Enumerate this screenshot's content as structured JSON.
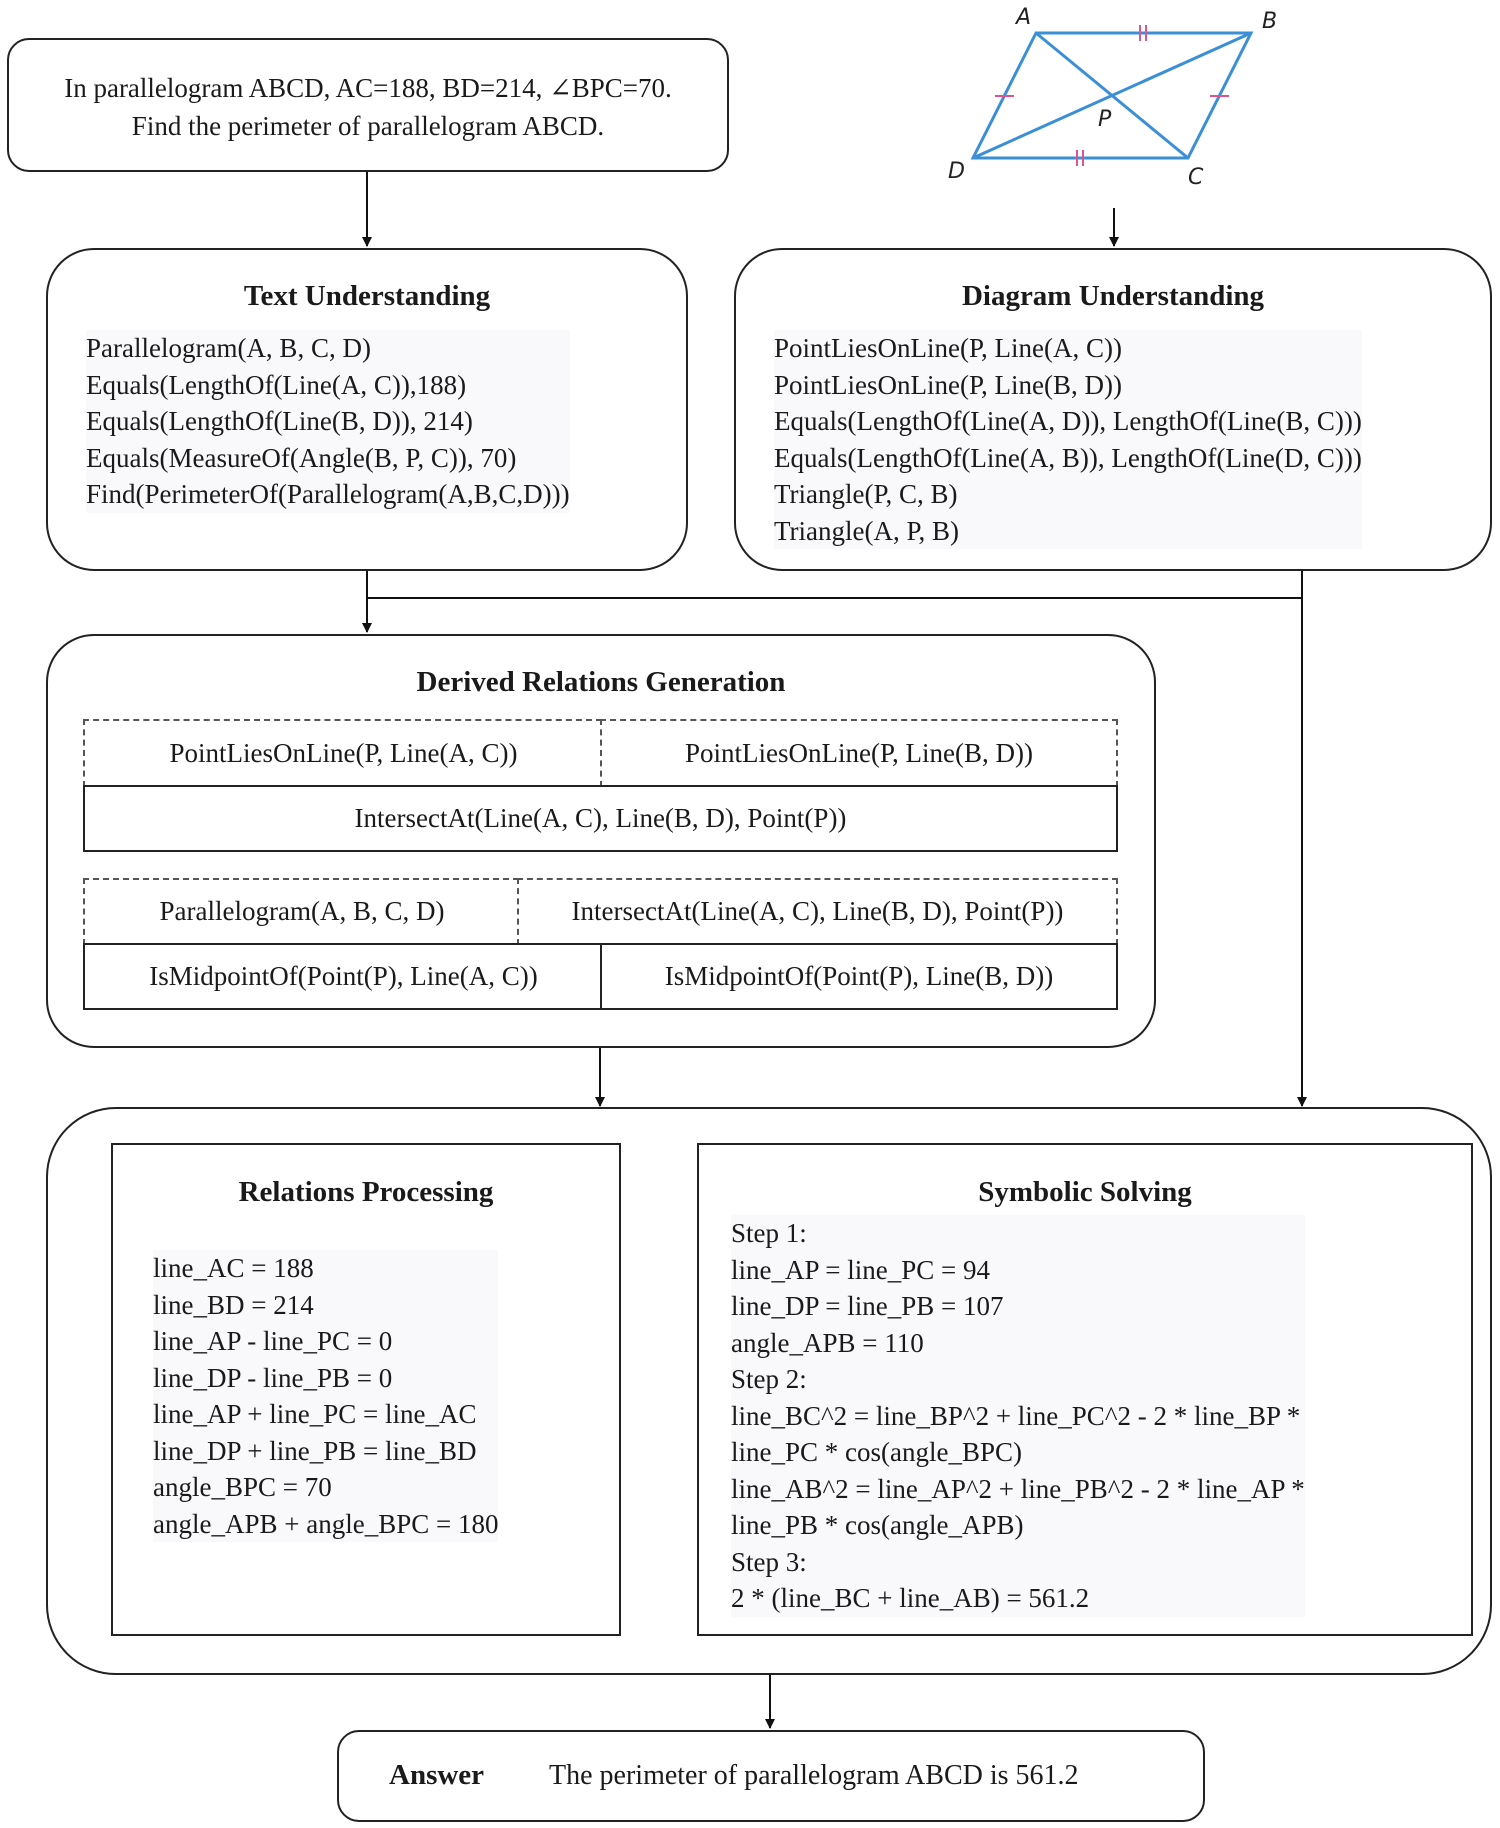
{
  "question": {
    "line1": "In parallelogram ABCD, AC=188, BD=214, ∠BPC=70.",
    "line2": "Find the perimeter of parallelogram ABCD."
  },
  "figure": {
    "points": {
      "A": "A",
      "B": "B",
      "C": "C",
      "D": "D",
      "P": "P"
    },
    "line_color": "#3b8fd6",
    "tick_color": "#e0548e"
  },
  "text_understanding": {
    "title": "Text Understanding",
    "lines": [
      "Parallelogram(A, B, C, D)",
      "Equals(LengthOf(Line(A, C)),188)",
      "Equals(LengthOf(Line(B, D)), 214)",
      "Equals(MeasureOf(Angle(B, P, C)), 70)",
      "Find(PerimeterOf(Parallelogram(A,B,C,D)))"
    ]
  },
  "diagram_understanding": {
    "title": "Diagram Understanding",
    "lines": [
      "PointLiesOnLine(P, Line(A, C))",
      "PointLiesOnLine(P, Line(B, D))",
      "Equals(LengthOf(Line(A, D)), LengthOf(Line(B, C)))",
      "Equals(LengthOf(Line(A, B)), LengthOf(Line(D, C)))",
      "Triangle(P, C, B)",
      "Triangle(A, P, B)"
    ]
  },
  "derived_relations": {
    "title": "Derived Relations Generation",
    "group1": {
      "left": "PointLiesOnLine(P, Line(A, C))",
      "right": "PointLiesOnLine(P, Line(B, D))",
      "result": "IntersectAt(Line(A, C), Line(B, D), Point(P))"
    },
    "group2": {
      "left": "Parallelogram(A, B, C, D)",
      "right": "IntersectAt(Line(A, C), Line(B, D), Point(P))",
      "result_left": "IsMidpointOf(Point(P), Line(A, C))",
      "result_right": "IsMidpointOf(Point(P), Line(B, D))"
    }
  },
  "relations_processing": {
    "title": "Relations Processing",
    "lines": [
      "line_AC = 188",
      "line_BD = 214",
      "line_AP - line_PC = 0",
      "line_DP - line_PB = 0",
      "line_AP + line_PC = line_AC",
      "line_DP + line_PB = line_BD",
      "angle_BPC = 70",
      "angle_APB + angle_BPC = 180"
    ]
  },
  "symbolic_solving": {
    "title": "Symbolic Solving",
    "lines": [
      "Step 1:",
      "line_AP = line_PC = 94",
      "line_DP = line_PB = 107",
      "angle_APB = 110",
      "Step 2:",
      "line_BC^2 = line_BP^2 + line_PC^2 - 2 * line_BP *",
      "line_PC * cos(angle_BPC)",
      "line_AB^2 = line_AP^2 + line_PB^2 - 2 * line_AP *",
      "line_PB * cos(angle_APB)",
      "Step 3:",
      "2 * (line_BC + line_AB) = 561.2"
    ]
  },
  "answer": {
    "label": "Answer",
    "text": "The perimeter of parallelogram ABCD is 561.2"
  }
}
